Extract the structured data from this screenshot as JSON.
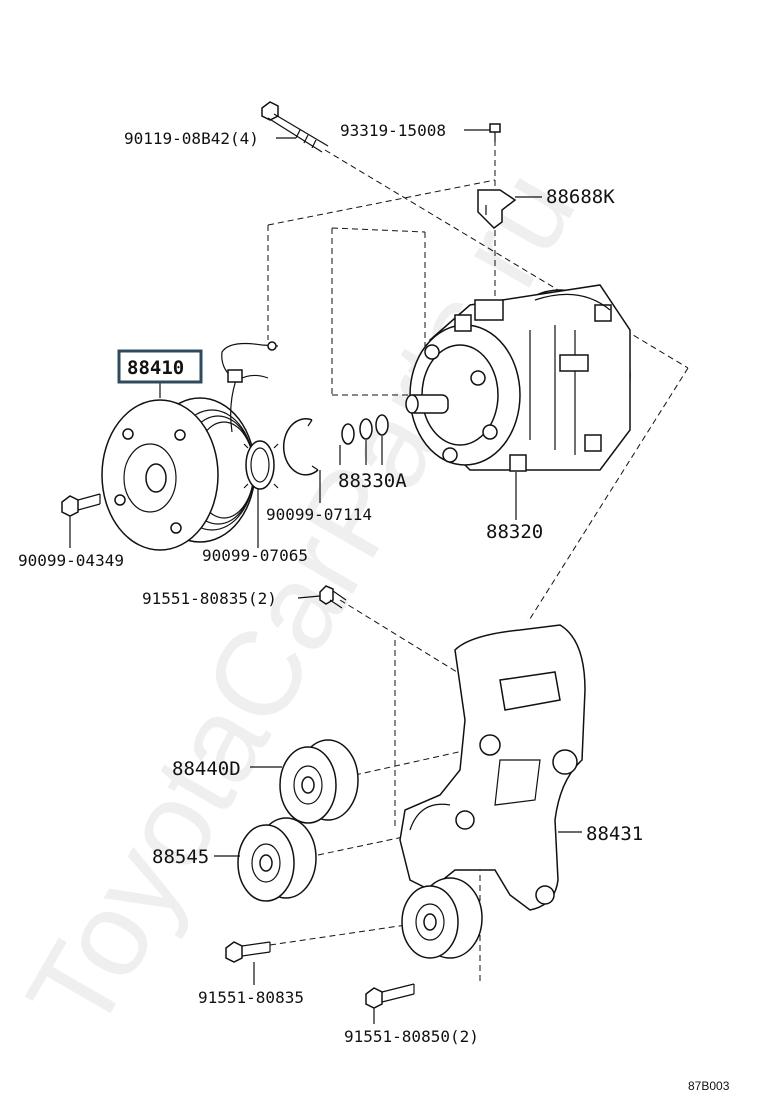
{
  "watermark": "ToyotaCarParts.ru",
  "diagram_code": "87B003",
  "labels": {
    "p90119": "90119-08B42(4)",
    "p93319": "93319-15008",
    "p88688K": "88688K",
    "p88410": "88410",
    "p88330A": "88330A",
    "p90099_07114": "90099-07114",
    "p88320": "88320",
    "p90099_04349": "90099-04349",
    "p90099_07065": "90099-07065",
    "p91551_80835_2": "91551-80835(2)",
    "p88440D": "88440D",
    "p88545": "88545",
    "p88431": "88431",
    "p91551_80835": "91551-80835",
    "p91551_80850_2": "91551-80850(2)"
  },
  "highlight_color": "#2d4b5c"
}
